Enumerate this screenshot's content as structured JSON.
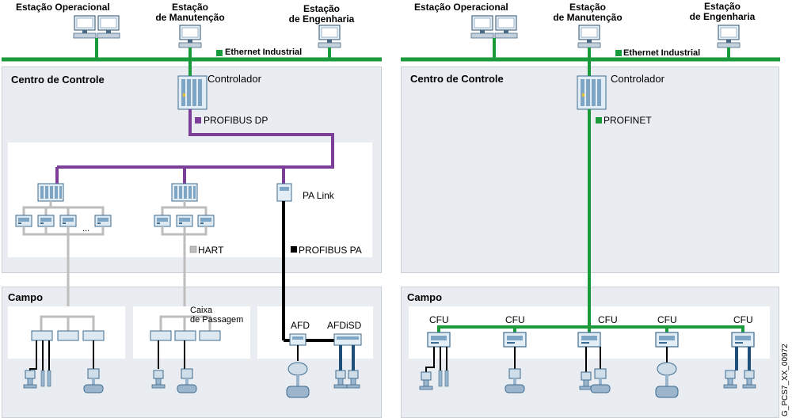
{
  "left": {
    "stations": {
      "operacional": "Estação Operacional",
      "manutencao_1": "Estação",
      "manutencao_2": "de Manutenção",
      "engenharia_1": "Estação",
      "engenharia_2": "de Engenharia"
    },
    "ethernet": "Ethernet Industrial",
    "centro": "Centro de Controle",
    "controlador": "Controlador",
    "bus": "PROFIBUS DP",
    "dots": "...",
    "hart": "HART",
    "palink": "PA Link",
    "profibus_pa": "PROFIBUS PA",
    "campo": "Campo",
    "caixa_1": "Caixa",
    "caixa_2": "de Passagem",
    "afd": "AFD",
    "afdisd": "AFDiSD"
  },
  "right": {
    "stations": {
      "operacional": "Estação Operacional",
      "manutencao_1": "Estação",
      "manutencao_2": "de Manutenção",
      "engenharia_1": "Estação",
      "engenharia_2": "de Engenharia"
    },
    "ethernet": "Ethernet Industrial",
    "centro": "Centro de Controle",
    "controlador": "Controlador",
    "bus": "PROFINET",
    "campo": "Campo",
    "cfu": [
      "CFU",
      "CFU",
      "CFU",
      "CFU",
      "CFU"
    ]
  },
  "figure_code": "G_PCS7_XX_00972",
  "colors": {
    "ethernet": "#1a9a3a",
    "profibus_dp": "#7b3f98",
    "profibus_pa": "#000000",
    "hart": "#bdbdbd",
    "profinet": "#1a9a3a",
    "zone_bg": "#e9edf1"
  }
}
